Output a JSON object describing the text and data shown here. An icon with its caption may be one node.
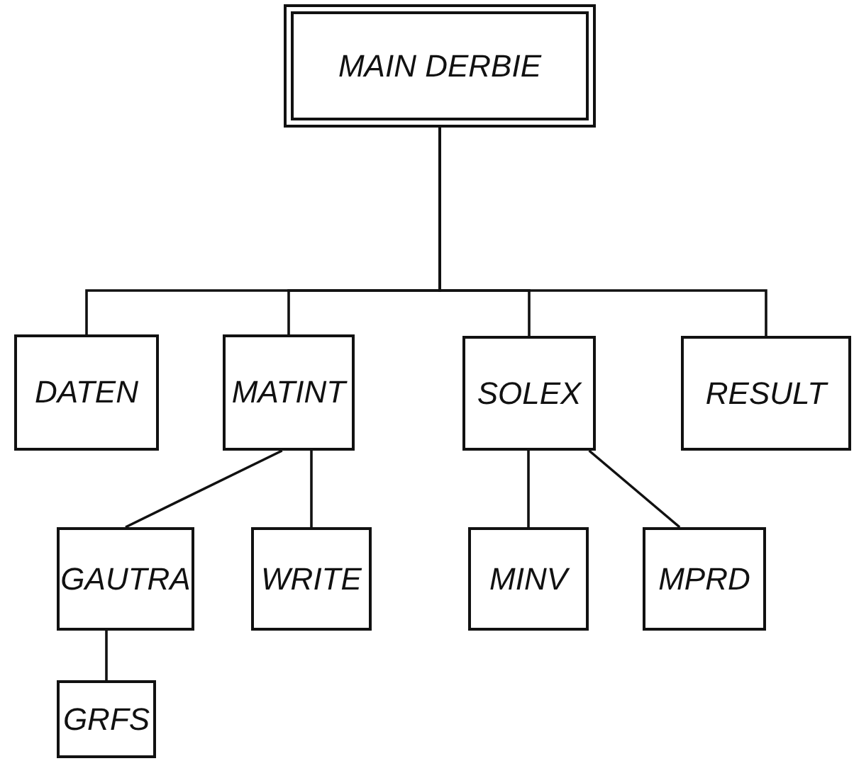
{
  "diagram": {
    "nodes": [
      {
        "text": [
          "MAIN DERBIE"
        ]
      },
      {
        "text": [
          "DATEN"
        ]
      },
      {
        "text": [
          "MATINT"
        ]
      },
      {
        "text": [
          "SOLEX"
        ]
      },
      {
        "text": [
          "RESULT"
        ]
      },
      {
        "text": [
          "GAUTRA"
        ]
      },
      {
        "text": [
          "WRITE"
        ]
      },
      {
        "text": [
          "MINV"
        ]
      },
      {
        "text": [
          "MPRD"
        ]
      },
      {
        "text": [
          "GRFS"
        ]
      }
    ],
    "edges": [
      {
        "from": 0,
        "to": 1,
        "arrow": "none"
      },
      {
        "from": 0,
        "to": 2,
        "arrow": "none"
      },
      {
        "from": 0,
        "to": 3,
        "arrow": "none"
      },
      {
        "from": 0,
        "to": 4,
        "arrow": "none"
      },
      {
        "from": 2,
        "to": 5,
        "arrow": "none"
      },
      {
        "from": 2,
        "to": 6,
        "arrow": "none"
      },
      {
        "from": 3,
        "to": 7,
        "arrow": "none"
      },
      {
        "from": 3,
        "to": 8,
        "arrow": "none"
      },
      {
        "from": 5,
        "to": 9,
        "arrow": "none"
      }
    ]
  }
}
